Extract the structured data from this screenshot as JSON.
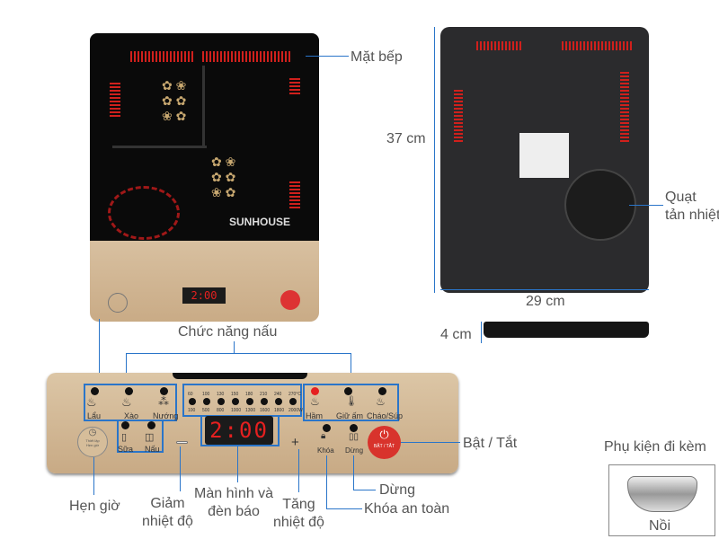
{
  "labels": {
    "cooktop_surface": "Mặt bếp",
    "height_dim": "37 cm",
    "width_dim": "29 cm",
    "depth_dim": "4 cm",
    "fan_line1": "Quạt",
    "fan_line2": "tản nhiệt",
    "cooking_functions": "Chức năng nấu",
    "power": "Bật / Tắt",
    "timer": "Hẹn giờ",
    "decrease_line1": "Giảm",
    "decrease_line2": "nhiệt độ",
    "display_line1": "Màn hình và",
    "display_line2": "đèn báo",
    "increase_line1": "Tăng",
    "increase_line2": "nhiệt độ",
    "pause": "Dừng",
    "safety_lock": "Khóa an toàn",
    "accessory_title": "Phụ kiện đi kèm",
    "accessory_item": "Nồi"
  },
  "panel": {
    "brand": "SUNHOUSE",
    "left_modes": [
      "Lẩu",
      "Xào",
      "Nướng",
      "Sữa",
      "Nấu"
    ],
    "right_modes": [
      "Hầm",
      "Giữ ấm",
      "Cháo/Súp"
    ],
    "temps": [
      "60",
      "100",
      "130",
      "150",
      "180",
      "210",
      "240",
      "270°C"
    ],
    "watts": [
      "100",
      "500",
      "800",
      "1000",
      "1300",
      "1600",
      "1800",
      "2000W"
    ],
    "display_value": "2:00",
    "timer_button_line1": "Thiết lập",
    "timer_button_line2": "Hẹn giờ",
    "lock_label": "Khóa",
    "pause_label": "Dừng",
    "power_button": "BẬT / TẮT"
  },
  "colors": {
    "accent": "#2a75c9",
    "panel_gold": "#d2b792",
    "led_red": "#e52020"
  }
}
